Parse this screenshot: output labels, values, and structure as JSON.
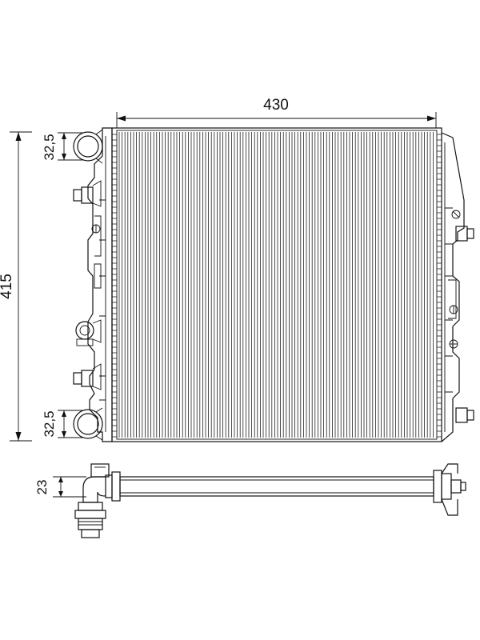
{
  "dimensions": {
    "width_label": "430",
    "height_label": "415",
    "top_port_label": "32,5",
    "bottom_port_label": "32,5",
    "depth_label": "23"
  },
  "colors": {
    "line": "#111111",
    "background": "#ffffff"
  }
}
